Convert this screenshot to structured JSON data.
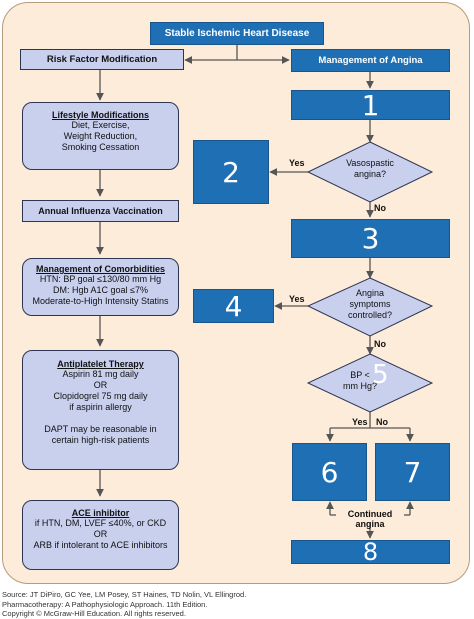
{
  "title": "Stable Ischemic Heart Disease",
  "risk_header": "Risk Factor Modification",
  "angina_header": "Management of Angina",
  "lifestyle": {
    "title": "Lifestyle Modifications",
    "lines": [
      "Diet, Exercise,",
      "Weight Reduction,",
      "Smoking Cessation"
    ]
  },
  "influenza": "Annual Influenza Vaccination",
  "comorbidities": {
    "title": "Management of Comorbidities",
    "lines": [
      "HTN: BP goal ≤130/80 mm Hg",
      "DM: Hgb A1C goal ≤7%",
      "Moderate-to-High Intensity Statins"
    ]
  },
  "antiplatelet": {
    "title": "Antiplatelet Therapy",
    "lines": [
      "Aspirin 81 mg daily",
      "OR",
      "Clopidogrel 75 mg daily",
      "if aspirin allergy",
      "",
      "DAPT may be reasonable in",
      "certain high-risk patients"
    ]
  },
  "ace": {
    "title": "ACE inhibitor",
    "lines": [
      "if HTN, DM, LVEF ≤40%, or CKD",
      "OR",
      "ARB if intolerant to ACE inhibitors"
    ]
  },
  "angina_steps": {
    "s1": "1",
    "s2": "2",
    "s3": "3",
    "s4": "4",
    "s5": "5",
    "s6": "6",
    "s7": "7",
    "s8": "8"
  },
  "decisions": {
    "vasospastic_l1": "Vasospastic",
    "vasospastic_l2": "angina?",
    "controlled_l1": "Angina",
    "controlled_l2": "symptoms",
    "controlled_l3": "controlled?",
    "bp_l1": "BP <",
    "bp_l2": "mm Hg?"
  },
  "edge_labels": {
    "yes1": "Yes",
    "no1": "No",
    "yes2": "Yes",
    "no2": "No",
    "yes3": "Yes",
    "no3": "No",
    "continued": "Continued angina"
  },
  "source_lines": [
    "Source: JT DiPiro, GC Yee, LM Posey, ST Haines, TD Nolin, VL Ellingrod.",
    "Pharmacotherapy: A Pathophysiologic Approach. 11th Edition.",
    "Copyright © McGraw-Hill Education. All rights reserved."
  ],
  "colors": {
    "frame": "#fcecd9",
    "header_blue": "#1f6fb5",
    "box_lavender": "#c9d0ee",
    "arrow": "#555555"
  }
}
